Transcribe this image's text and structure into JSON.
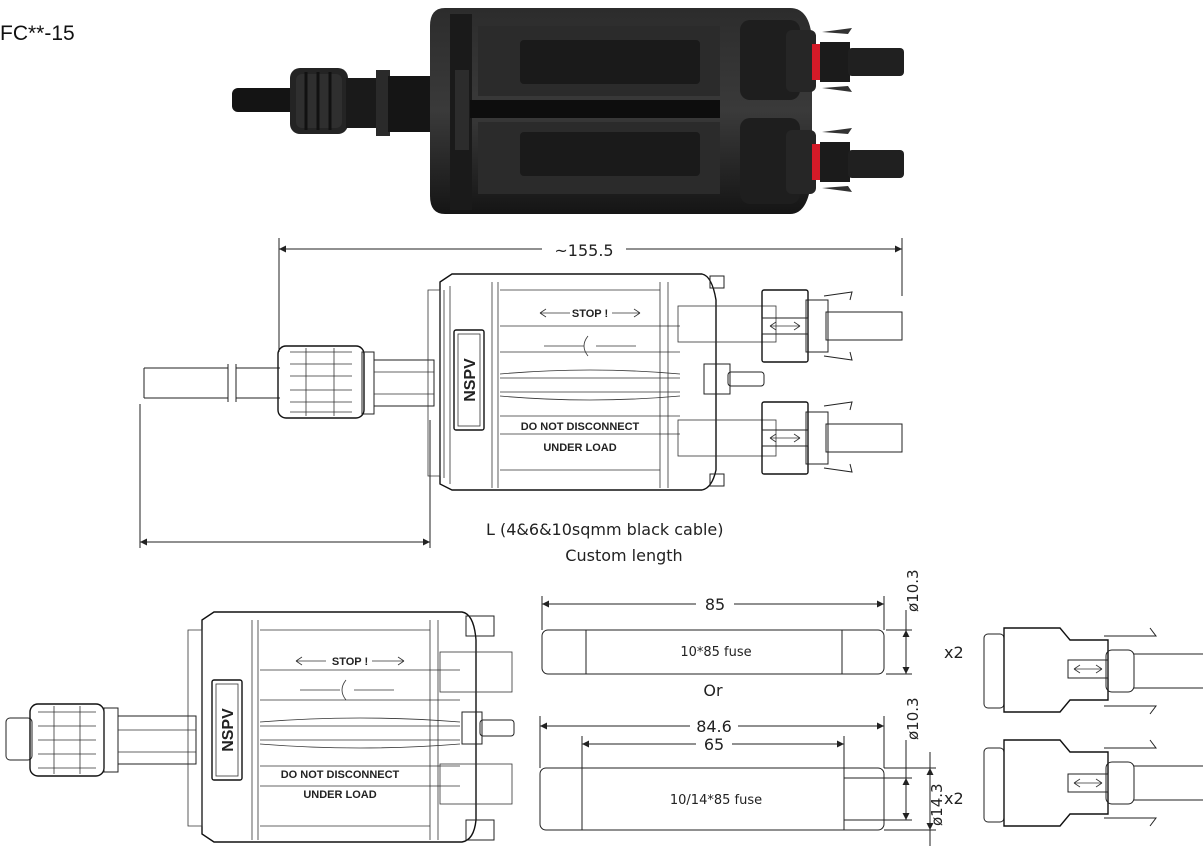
{
  "header": {
    "model": "FC**-15"
  },
  "colors": {
    "housing": "#1e1e1e",
    "red_seal": "#d41a28",
    "line": "#222222"
  },
  "assembly": {
    "overall_length": "~155.5",
    "cable_length_label": "L (4&6&10sqmm black cable)",
    "cable_length_note": "Custom length"
  },
  "housing_text": {
    "brand": "NSPV",
    "stop": "STOP !",
    "warning_1": "DO NOT DISCONNECT",
    "warning_2": "UNDER LOAD"
  },
  "fuse_a": {
    "length": "85",
    "diameter": "ø10.3",
    "label": "10*85 fuse"
  },
  "or_text": "Or",
  "fuse_b": {
    "length": "84.6",
    "inner_length": "65",
    "diameter": "ø10.3",
    "outer_diameter": "ø14.3",
    "label": "10/14*85 fuse"
  },
  "connectors": {
    "qty_top": "x2",
    "qty_bottom": "x2"
  }
}
